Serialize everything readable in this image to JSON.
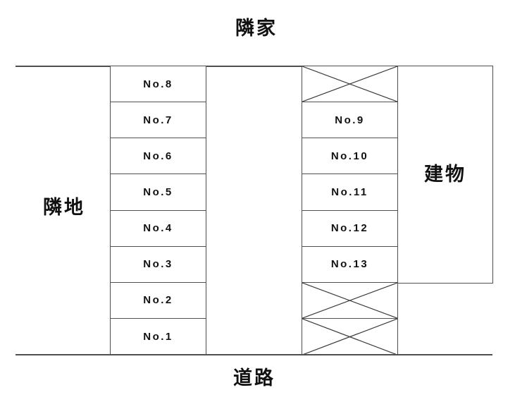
{
  "diagram": {
    "top_label": "隣家",
    "left_label": "隣地",
    "building_label": "建物",
    "road_label": "道路",
    "left_column": {
      "rows": [
        {
          "type": "space",
          "label": "No.8"
        },
        {
          "type": "space",
          "label": "No.7"
        },
        {
          "type": "space",
          "label": "No.6"
        },
        {
          "type": "space",
          "label": "No.5"
        },
        {
          "type": "space",
          "label": "No.4"
        },
        {
          "type": "space",
          "label": "No.3"
        },
        {
          "type": "space",
          "label": "No.2"
        },
        {
          "type": "space",
          "label": "No.1"
        }
      ]
    },
    "right_column": {
      "rows": [
        {
          "type": "crossed",
          "label": ""
        },
        {
          "type": "space",
          "label": "No.9"
        },
        {
          "type": "space",
          "label": "No.10"
        },
        {
          "type": "space",
          "label": "No.11"
        },
        {
          "type": "space",
          "label": "No.12"
        },
        {
          "type": "space",
          "label": "No.13"
        },
        {
          "type": "crossed",
          "label": ""
        },
        {
          "type": "crossed",
          "label": ""
        }
      ]
    },
    "colors": {
      "line": "#4f4f4f",
      "text": "#111111",
      "background": "#ffffff"
    }
  }
}
